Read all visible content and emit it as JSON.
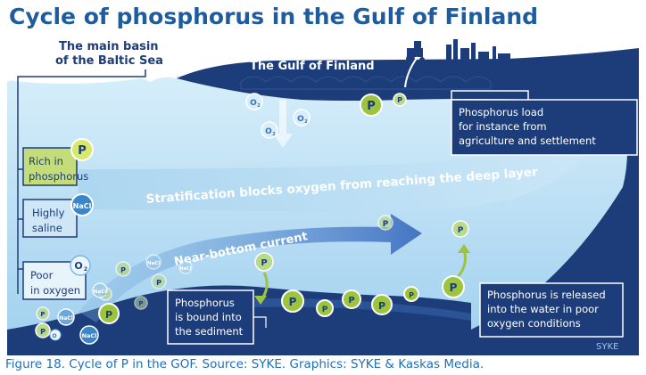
{
  "title": "Cycle of phosphorus in the Gulf of Finland",
  "caption": "Figure 18. Cycle of P in the GOF. Source: SYKE. Graphics: SYKE & Kaskas Media.",
  "labels": {
    "main_basin_line1": "The main basin",
    "main_basin_line2": "of the Baltic Sea",
    "gulf": "The Gulf of Finland",
    "stratification": "Stratification blocks oxygen from reaching the deep layer",
    "current": "Near-bottom current",
    "credit": "SYKE"
  },
  "legend": {
    "rich_line1": "Rich in",
    "rich_line2": "phosphorus",
    "saline_line1": "Highly",
    "saline_line2": "saline",
    "poor_line1": "Poor",
    "poor_line2": "in oxygen"
  },
  "boxes": {
    "load_line1": "Phosphorus load",
    "load_line2": "for instance from",
    "load_line3": "agriculture and settlement",
    "bound_line1": "Phosphorus",
    "bound_line2": "is bound into",
    "bound_line3": "the sediment",
    "released_line1": "Phosphorus is released",
    "released_line2": "into the water in poor",
    "released_line3": "oxygen conditions"
  },
  "symbols": {
    "p": "P",
    "o2": "O",
    "o2_sub": "2",
    "nacl": "NaCl"
  },
  "colors": {
    "title": "#1f5c9e",
    "navy": "#1d3d7a",
    "water": "#bfe1f5",
    "green": "#9dc43d",
    "caption": "#1f6fb5"
  }
}
